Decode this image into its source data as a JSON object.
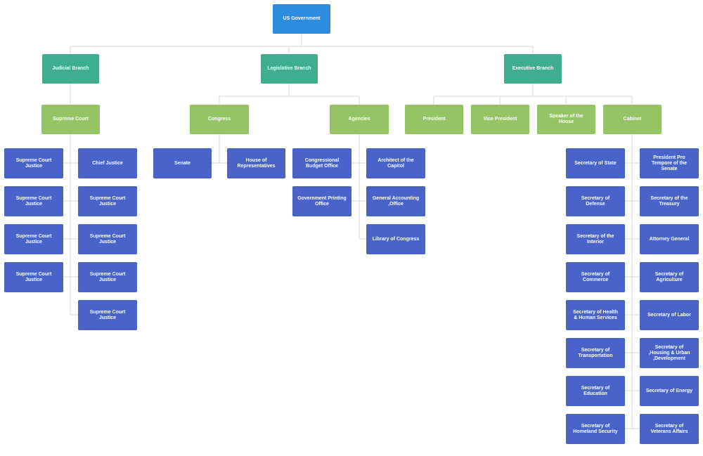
{
  "colors": {
    "root": "#2e8ce0",
    "branch": "#3fae90",
    "mid": "#96c464",
    "leaf": "#4a63c8",
    "connector": "#d4d7db"
  },
  "root": "US Government",
  "branches": {
    "judicial": "Judicial Branch",
    "legislative": "Legislative Branch",
    "executive": "Executive Branch"
  },
  "judicial": {
    "supreme_court": "Supreme Court",
    "left_justices": [
      "Supreme Court\nJustice",
      "Supreme Court\nJustice",
      "Supreme Court\nJustice",
      "Supreme Court\nJustice"
    ],
    "chief_justice": "Chief Justice",
    "right_justices": [
      "Supreme Court\nJustice",
      "Supreme Court\nJustice",
      "Supreme Court\nJustice",
      "Supreme Court\nJustice"
    ]
  },
  "legislative": {
    "congress": "Congress",
    "senate": "Senate",
    "house": "House of\nRepresentatives",
    "agencies": "Agencies",
    "agencies_left": [
      "Congressional\nBudget Office",
      "Government Printing\nOffice"
    ],
    "agencies_right": [
      "Architect of the\nCapitol",
      "General Accounting\n,Office",
      "Library of Congress"
    ]
  },
  "executive": {
    "president": "President",
    "vice_president": "Vice President",
    "speaker": "Speaker of the\nHouse",
    "cabinet": "Cabinet",
    "cabinet_left": [
      "Secretary of State",
      "Secretary of\nDefense",
      "Secretary of the\nInterior",
      "Secretary of\nCommerce",
      "Secretary of Health\n& Human Services",
      "Secretary of\nTransportation",
      "Secretary of\nEducation",
      "Secretary of\nHomeland Security"
    ],
    "cabinet_right": [
      "President Pro\nTempore of the\nSenate",
      "Secretary of the\nTreasury",
      "Attorney General",
      "Secretary of\nAgriculture",
      "Secretary of Labor",
      "Secretary of\n,Housing & Urban\n,Development",
      "Secretary of Energy",
      "Secretary of\nVeterans Affairs"
    ]
  }
}
